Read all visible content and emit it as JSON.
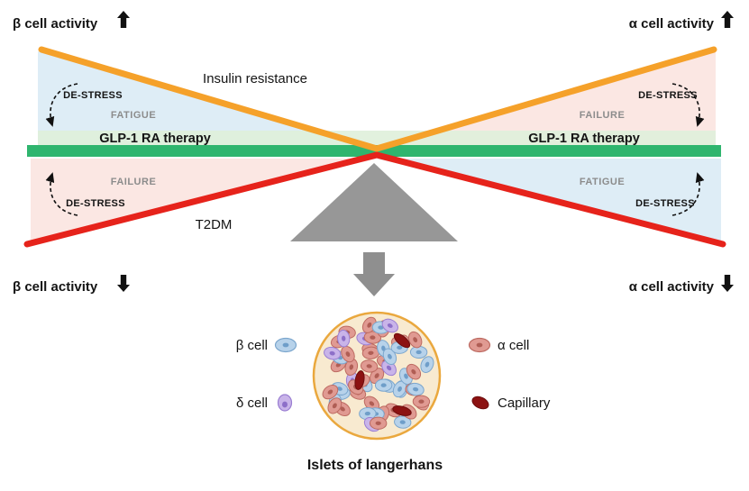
{
  "axes": {
    "beta_activity": "β cell activity",
    "alpha_activity": "α cell activity"
  },
  "labels": {
    "insulin_resistance": "Insulin resistance",
    "t2dm": "T2DM",
    "glp1_therapy": "GLP-1 RA therapy",
    "de_stress": "DE-STRESS",
    "fatigue": "FATIGUE",
    "failure": "FAILURE"
  },
  "legend": {
    "beta": "β cell",
    "alpha": "α cell",
    "delta": "δ cell",
    "capillary": "Capillary"
  },
  "islet_title": "Islets of langerhans",
  "colors": {
    "orange_line": "#F5A12A",
    "red_line": "#E6231B",
    "green_bar": "#2FB56E",
    "light_green_band": "#DFF0DA",
    "light_blue_fill": "#DEEDF6",
    "light_pink_fill": "#FBE7E3",
    "gray_shape": "#979797",
    "muted_label": "#8C8C8C",
    "beta_cell": "#B7D2EA",
    "alpha_cell": "#E09A92",
    "delta_cell": "#C9B4E9",
    "capillary": "#8C1212",
    "islet_bg": "#F8EAD0",
    "islet_outline": "#EAA83E"
  }
}
